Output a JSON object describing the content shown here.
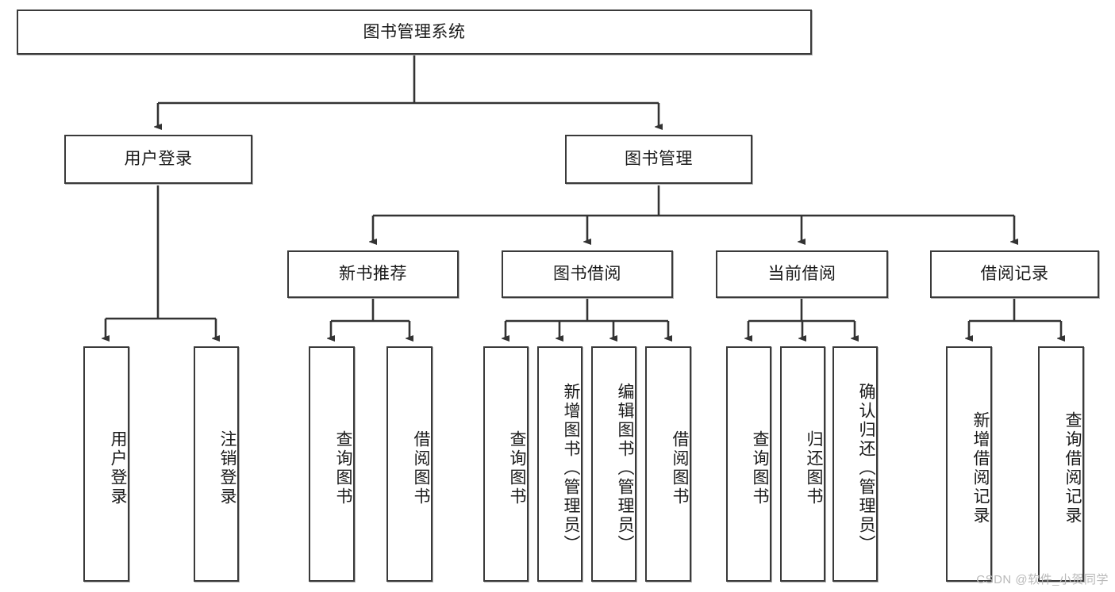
{
  "diagram": {
    "title": "图书管理系统",
    "type": "tree-hierarchy-diagram",
    "watermark": "CSDN @软件_小贺同学",
    "colors": {
      "box_border": "#3a3a3a",
      "box_fill": "#ffffff",
      "edge": "#333333",
      "text": "#1a1a1a",
      "watermark": "#b9b9b9",
      "background": "#ffffff"
    },
    "root": {
      "label": "图书管理系统"
    },
    "level2": [
      {
        "label": "用户登录"
      },
      {
        "label": "图书管理"
      }
    ],
    "level3": [
      {
        "label": "新书推荐"
      },
      {
        "label": "图书借阅"
      },
      {
        "label": "当前借阅"
      },
      {
        "label": "借阅记录"
      }
    ],
    "leaves_user_login": [
      {
        "label": "用户登录"
      },
      {
        "label": "注销登录"
      }
    ],
    "leaves_new_book": [
      {
        "label": "查询图书"
      },
      {
        "label": "借阅图书"
      }
    ],
    "leaves_borrow": [
      {
        "label": "查询图书"
      },
      {
        "label": "新增图书（管理员）"
      },
      {
        "label": "编辑图书（管理员）"
      },
      {
        "label": "借阅图书"
      }
    ],
    "leaves_current": [
      {
        "label": "查询图书"
      },
      {
        "label": "归还图书"
      },
      {
        "label": "确认归还（管理员）"
      }
    ],
    "leaves_record": [
      {
        "label": "新增借阅记录"
      },
      {
        "label": "查询借阅记录"
      }
    ]
  }
}
